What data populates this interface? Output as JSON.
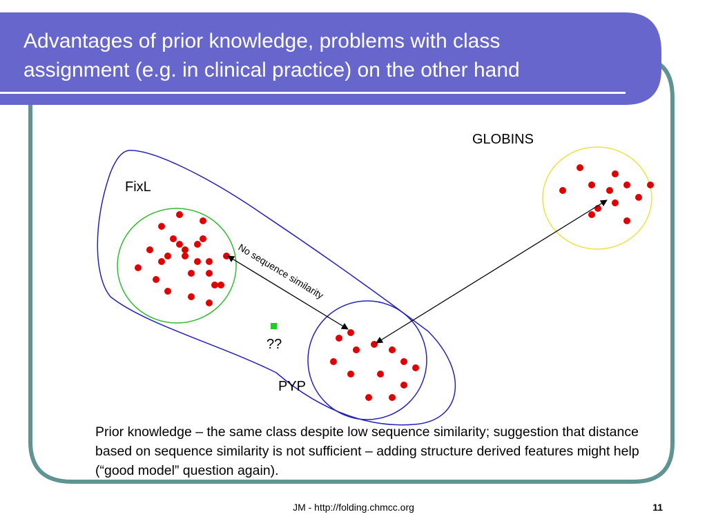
{
  "slide": {
    "title_lines": [
      "Advantages of prior knowledge, problems with class",
      "assignment (e.g. in clinical practice) on the other hand"
    ],
    "diagram": {
      "labels": {
        "globins": "GLOBINS",
        "fixl": "FixL",
        "pyp": "PYP",
        "unknown": "??"
      },
      "arrow_label": "No sequence similarity"
    },
    "caption": "Prior knowledge – the same class despite low sequence similarity; suggestion that distance based on sequence similarity is not sufficient – adding structure derived features might help (“good model” question again).",
    "footer": {
      "source": "JM - http://folding.chmcc.org",
      "page_number": "11"
    }
  },
  "colors": {
    "title_bar": "#6666cc",
    "frame": "#5f9492",
    "fixl_cluster": "#33bb33",
    "pyp_cluster": "#2222bb",
    "globins_cluster": "#f0e040",
    "superfamily_outline": "#2222bb",
    "points": "#e00000",
    "unknown_point": "#22cc22"
  }
}
